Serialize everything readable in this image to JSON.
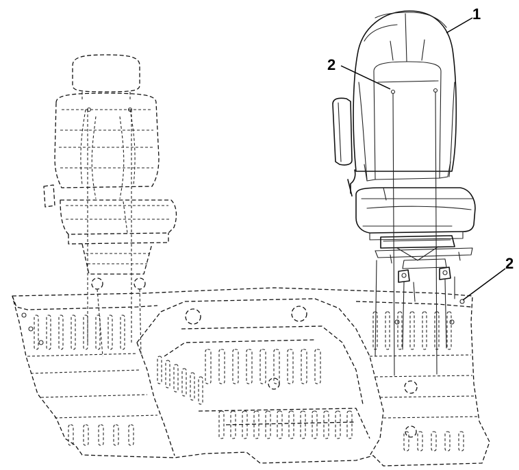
{
  "diagram": {
    "callouts": [
      {
        "id": "c1",
        "label": "1"
      },
      {
        "id": "c2a",
        "label": "2"
      },
      {
        "id": "c2b",
        "label": "2"
      }
    ]
  }
}
